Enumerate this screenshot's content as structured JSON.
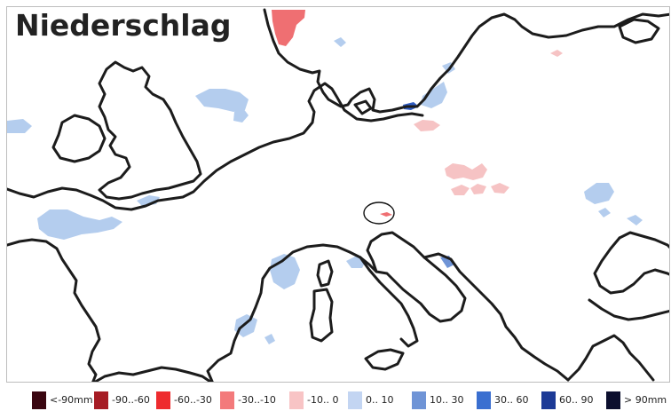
{
  "title": "Niederschlag",
  "colors": {
    "coastline": "#1c1c1c",
    "marker_outline": "#111111",
    "dry_light": "#f6c3c4",
    "dry_medium": "#ef6f72",
    "wet_light": "#b4cdee",
    "wet_medium": "#6f94d6",
    "wet_dark": "#2f5cc2"
  },
  "legend": {
    "items": [
      {
        "label": "<-90mm",
        "color": "#3a0610"
      },
      {
        "label": "-90..-60",
        "color": "#a61c24"
      },
      {
        "label": "-60..-30",
        "color": "#ee2b2e"
      },
      {
        "label": "-30..-10",
        "color": "#f37a7b"
      },
      {
        "label": "-10..  0",
        "color": "#f8c4c5"
      },
      {
        "label": "0..  10",
        "color": "#c3d5f2"
      },
      {
        "label": "10..  30",
        "color": "#6f94d6"
      },
      {
        "label": "30..  60",
        "color": "#3a6fd0"
      },
      {
        "label": "60..  90",
        "color": "#1c3a96"
      },
      {
        "label": ">  90mm",
        "color": "#0c0f2e"
      }
    ]
  }
}
